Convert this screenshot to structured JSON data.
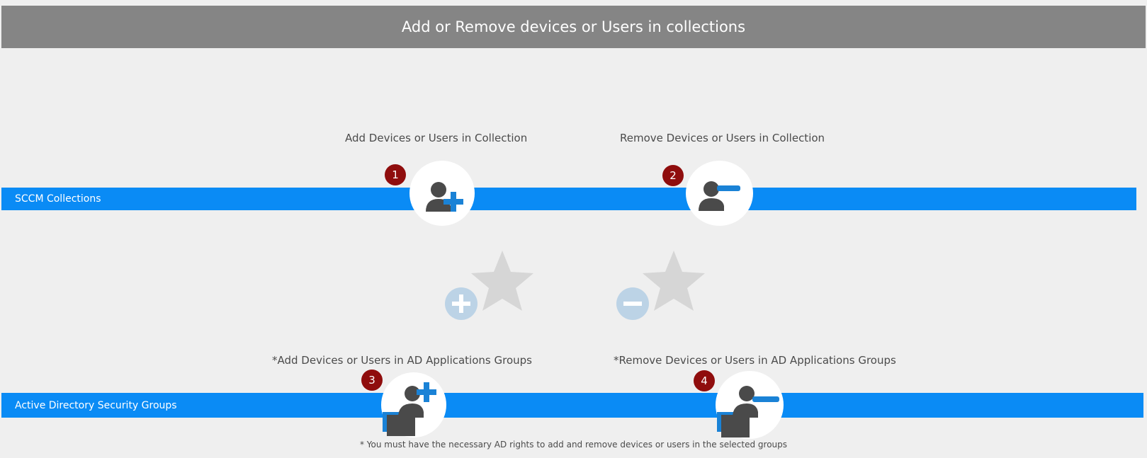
{
  "header": {
    "title": "Add or Remove devices or Users in collections"
  },
  "bands": {
    "sccm": {
      "label": "SCCM Collections"
    },
    "ad": {
      "label": "Active Directory Security Groups"
    }
  },
  "actions": [
    {
      "number": "1",
      "label": "Add Devices or Users in Collection",
      "icon": "user-add-icon"
    },
    {
      "number": "2",
      "label": "Remove Devices or Users in Collection",
      "icon": "user-remove-icon"
    },
    {
      "number": "3",
      "label": "*Add Devices or Users in AD Applications Groups",
      "icon": "group-add-icon"
    },
    {
      "number": "4",
      "label": "*Remove Devices or Users in AD Applications Groups",
      "icon": "group-remove-icon"
    }
  ],
  "decorations": [
    {
      "icon": "star-add-icon"
    },
    {
      "icon": "star-remove-icon"
    }
  ],
  "footnote": "* You must have the necessary AD rights to add and remove devices or users in the selected groups",
  "colors": {
    "header_bg": "#858585",
    "band": "#0a8bf5",
    "badge": "#8f0d0d",
    "icon_dark": "#4a4a4a",
    "icon_blue": "#1a82d6",
    "background": "#efefef"
  }
}
